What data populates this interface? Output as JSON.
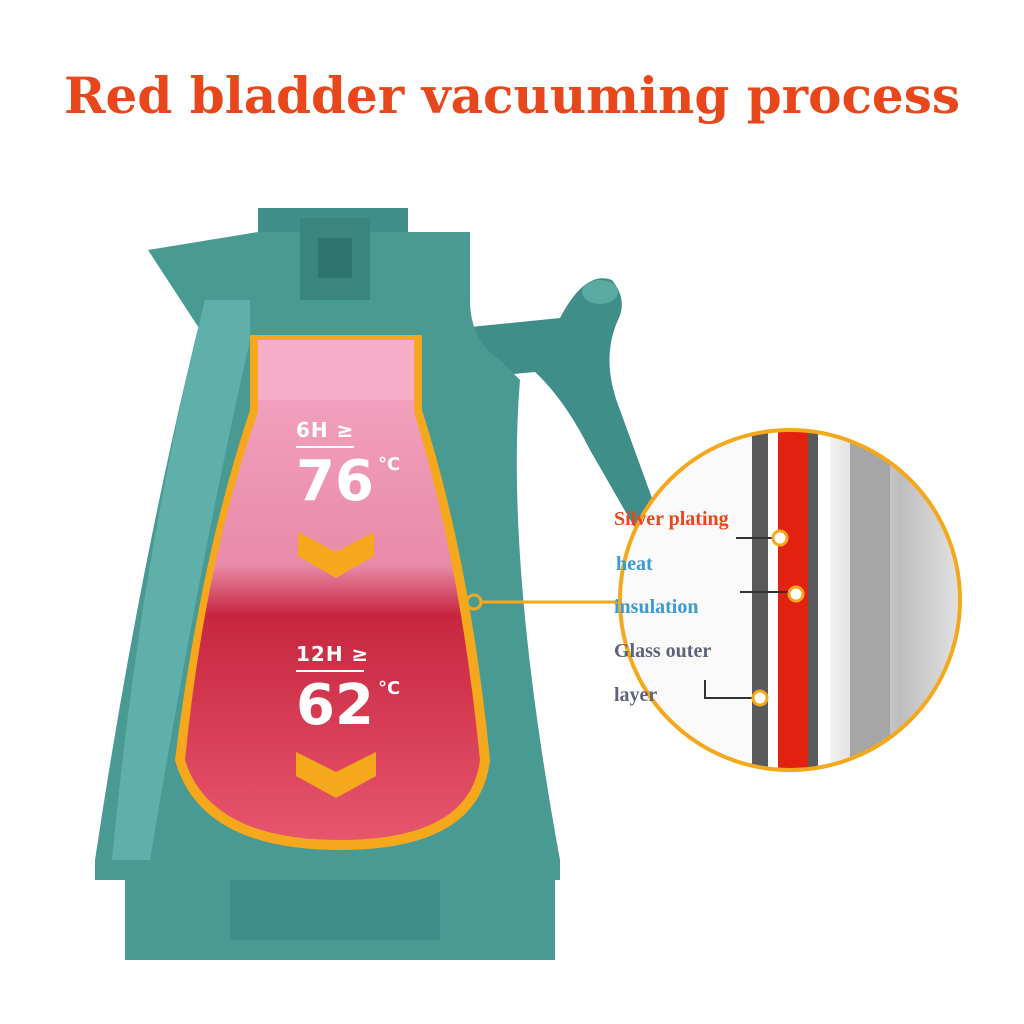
{
  "title": "Red bladder vacuuming process",
  "colors": {
    "title": "#e8471b",
    "kettle": "#4a9a94",
    "kettle_dark": "#2f7470",
    "liquid_top": "#ef8fb0",
    "liquid_bottom": "#e23a55",
    "accent_orange": "#f5a81c",
    "silver_label": "#e8471b",
    "insulation_label": "#3b9ad1",
    "glass_label": "#5e6378"
  },
  "temperatures": [
    {
      "hours": "6H ≥",
      "degree": "76",
      "unit": "°C"
    },
    {
      "hours": "12H ≥",
      "degree": "62",
      "unit": "°C"
    }
  ],
  "layers": {
    "silver": "Silver plating",
    "insulation_line1": "heat",
    "insulation_line2": "insulation",
    "glass_line1": "Glass outer",
    "glass_line2": "layer"
  },
  "icons": [
    "chevron-down-icon",
    "chevron-down-icon",
    "callout-dot-icon"
  ]
}
